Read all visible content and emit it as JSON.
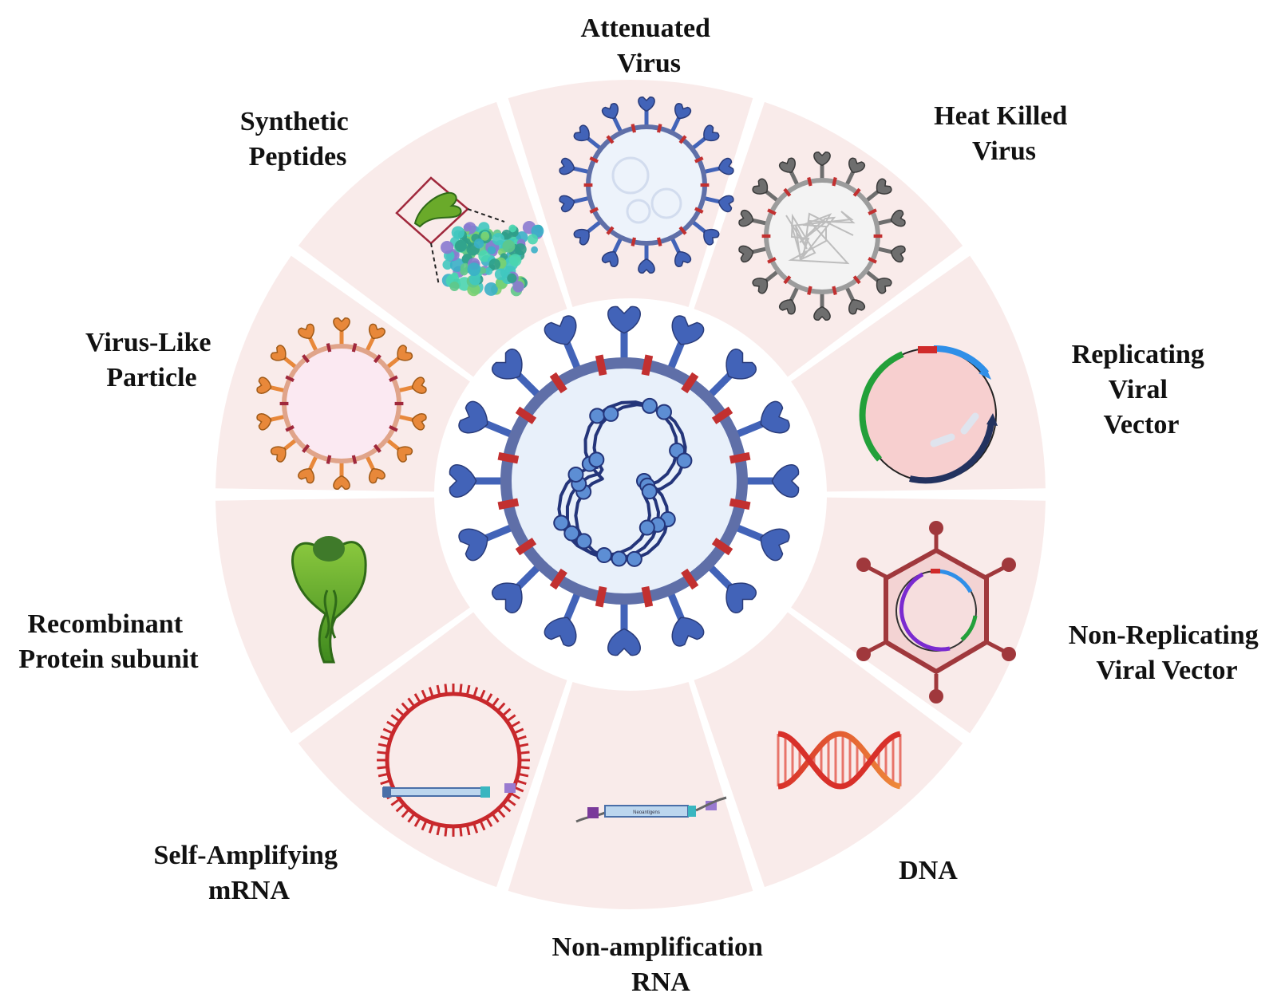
{
  "labels": {
    "attenuated_virus": [
      "Attenuated",
      "Virus"
    ],
    "heat_killed_virus": [
      "Heat Killed",
      "Virus"
    ],
    "replicating_viral_vector": [
      "Replicating",
      "Viral",
      "Vector"
    ],
    "non_replicating_viral_vector": [
      "Non-Replicating",
      "Viral Vector"
    ],
    "dna": [
      "DNA"
    ],
    "non_amplification_rna": [
      "Non-amplification",
      "RNA"
    ],
    "self_amplifying_mrna": [
      "Self-Amplifying",
      "mRNA"
    ],
    "recombinant_protein_subunit": [
      "Recombinant",
      "Protein subunit"
    ],
    "virus_like_particle": [
      "Virus-Like",
      "Particle"
    ],
    "synthetic_peptides": [
      "Synthetic",
      "Peptides"
    ]
  },
  "strand_text": "Neoantigens",
  "icons": [
    "central-coronavirus-icon",
    "attenuated-virus-icon",
    "heat-killed-virus-icon",
    "plasmid-icon",
    "adenovirus-vector-icon",
    "dna-helix-icon",
    "mrna-strand-icon",
    "self-amplifying-mrna-icon",
    "protein-subunit-icon",
    "virus-like-particle-icon",
    "synthetic-peptide-icon"
  ],
  "colors": {
    "segment_fill": "#f9ebea",
    "virus_blue": "#4263b8",
    "virus_dark": "#2a3c7a",
    "virus_gray": "#6e6e6e",
    "vlp_orange": "#e8883a",
    "rna_red": "#c8282c",
    "protein_green": "#6aaa2a",
    "dna_orange": "#e46a2a"
  }
}
